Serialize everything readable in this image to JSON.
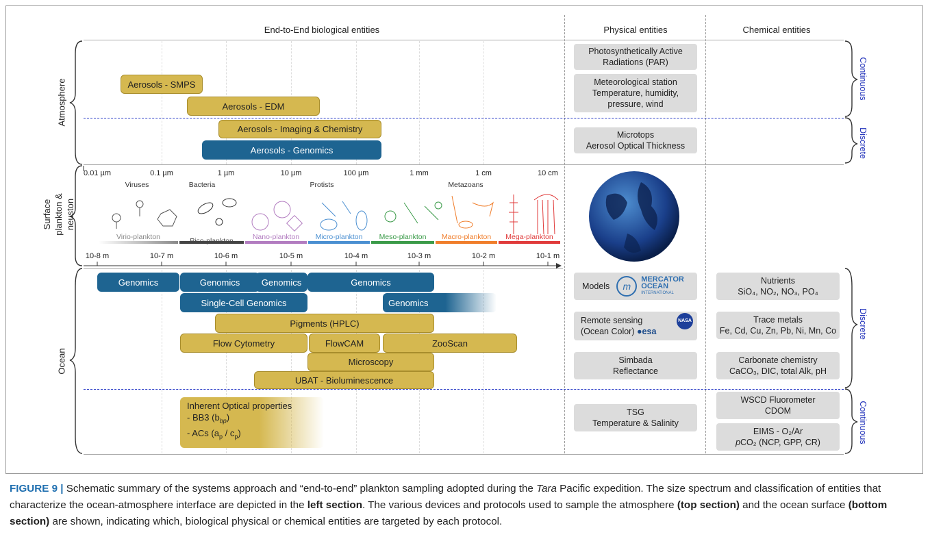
{
  "headers": {
    "bio": "End-to-End biological entities",
    "phys": "Physical entities",
    "chem": "Chemical entities"
  },
  "left_labels": {
    "atmosphere": "Atmosphere",
    "surface_line1": "Surface",
    "surface_line2": "plankton & neuston",
    "ocean": "Ocean"
  },
  "right_labels": {
    "atm_continuous": "Continuous",
    "atm_discrete": "Discrete",
    "ocean_discrete": "Discrete",
    "ocean_continuous": "Continuous"
  },
  "atmosphere_bars": {
    "smps": "Aerosols - SMPS",
    "edm": "Aerosols - EDM",
    "imaging": "Aerosols - Imaging & Chemistry",
    "genomics": "Aerosols - Genomics"
  },
  "phys_atm": {
    "par_line1": "Photosynthetically Active",
    "par_line2": "Radiations (PAR)",
    "met_line1": "Meteorological station",
    "met_line2": "Temperature, humidity,",
    "met_line3": "pressure, wind",
    "micro_line1": "Microtops",
    "micro_line2": "Aerosol Optical Thickness"
  },
  "scale_top": [
    "0.01 µm",
    "0.1 µm",
    "1 µm",
    "10 µm",
    "100 µm",
    "1 mm",
    "1 cm",
    "10 cm"
  ],
  "scale_bottom": [
    "10-8 m",
    "10-7 m",
    "10-6 m",
    "10-5 m",
    "10-4 m",
    "10-3 m",
    "10-2 m",
    "10-1 m"
  ],
  "taxa": [
    "Viruses",
    "Bacteria",
    "Protists",
    "Metazoans"
  ],
  "plankton_types": [
    {
      "label": "Virio-plankton",
      "color": "#888888"
    },
    {
      "label": "Pico-plankton",
      "color": "#444444"
    },
    {
      "label": "Nano-plankton",
      "color": "#b27cc0"
    },
    {
      "label": "Micro-plankton",
      "color": "#4a8fd1"
    },
    {
      "label": "Meso-plankton",
      "color": "#3a9a48"
    },
    {
      "label": "Macro-plankton",
      "color": "#f07d2a"
    },
    {
      "label": "Mega-plankton",
      "color": "#e03a3a"
    }
  ],
  "ocean_bars": {
    "genomics1": "Genomics",
    "genomics2": "Genomics",
    "genomics3": "Genomics",
    "genomics4": "Genomics",
    "scg": "Single-Cell Genomics",
    "genomics5": "Genomics",
    "pigments": "Pigments (HPLC)",
    "flowcyt": "Flow Cytometry",
    "flowcam": "FlowCAM",
    "zooscan": "ZooScan",
    "microscopy": "Microscopy",
    "ubat": "UBAT - Bioluminescence",
    "iop_line1": "Inherent Optical properties",
    "iop_line2": "- BB3 (b",
    "iop_sub2": "bp",
    "iop_line2_end": ")",
    "iop_line3": "- ACs (a",
    "iop_sub3a": "p",
    "iop_mid3": " / c",
    "iop_sub3b": "p",
    "iop_line3_end": ")"
  },
  "phys_ocean": {
    "models": "Models",
    "mercator1": "MERCATOR",
    "mercator2": "OCEAN",
    "mercator3": "INTERNATIONAL",
    "rs_line1": "Remote sensing",
    "rs_line2": "(Ocean Color)",
    "esa": "esa",
    "nasa": "NASA",
    "simbada1": "Simbada",
    "simbada2": "Reflectance",
    "tsg1": "TSG",
    "tsg2": "Temperature & Salinity"
  },
  "chem_ocean": {
    "nut1": "Nutrients",
    "nut2": "SiO₄, NO₂, NO₃, PO₄",
    "tm1": "Trace metals",
    "tm2": "Fe, Cd, Cu, Zn, Pb, Ni, Mn, Co",
    "cc1": "Carbonate chemistry",
    "cc2": "CaCO₃, DIC, total Alk, pH",
    "wscd1": "WSCD Fluorometer",
    "wscd2": "CDOM",
    "eims1": "EIMS - O₂/Ar",
    "eims2a": "p",
    "eims2b": "CO₂ (NCP, GPP, CR)"
  },
  "caption": {
    "fig": "FIGURE 9 |",
    "t1": " Schematic summary of the systems approach and “end-to-end” plankton sampling adopted during the ",
    "tara": "Tara",
    "t2": " Pacific expedition. The size spectrum and classification of entities that characterize the ocean-atmosphere interface are depicted in the ",
    "left": "left section",
    "t3": ". The various devices and protocols used to sample the atmosphere ",
    "top": "(top section)",
    "t4": " and the ocean surface ",
    "bottom": "(bottom section)",
    "t5": " are shown, indicating which, biological physical or chemical entities are targeted by each protocol."
  },
  "colors": {
    "gold": "#d5b850",
    "blue": "#1e6491",
    "gray_box": "#dcdcdc",
    "divider_blue": "#2a3cc7",
    "figure_label": "#1f6fb0"
  }
}
